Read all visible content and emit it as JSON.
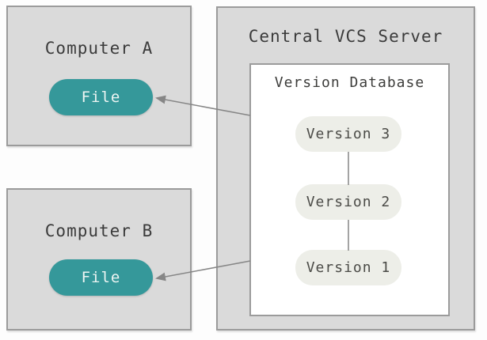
{
  "diagram": {
    "kind": "centralized-version-control",
    "computer_a": {
      "label": "Computer A",
      "file_label": "File"
    },
    "computer_b": {
      "label": "Computer B",
      "file_label": "File"
    },
    "server": {
      "label": "Central VCS Server",
      "database": {
        "label": "Version Database",
        "versions": [
          "Version 3",
          "Version 2",
          "Version 1"
        ]
      }
    },
    "colors": {
      "box_fill": "#dadada",
      "box_border": "#9b9b9b",
      "file_node_fill": "#35989a",
      "file_node_text": "#eef5f3",
      "version_node_fill": "#edeee8",
      "version_node_text": "#4b4b47",
      "label_text": "#3b3b3b",
      "arrow": "#868686",
      "canvas": "#fdfdfd"
    }
  }
}
